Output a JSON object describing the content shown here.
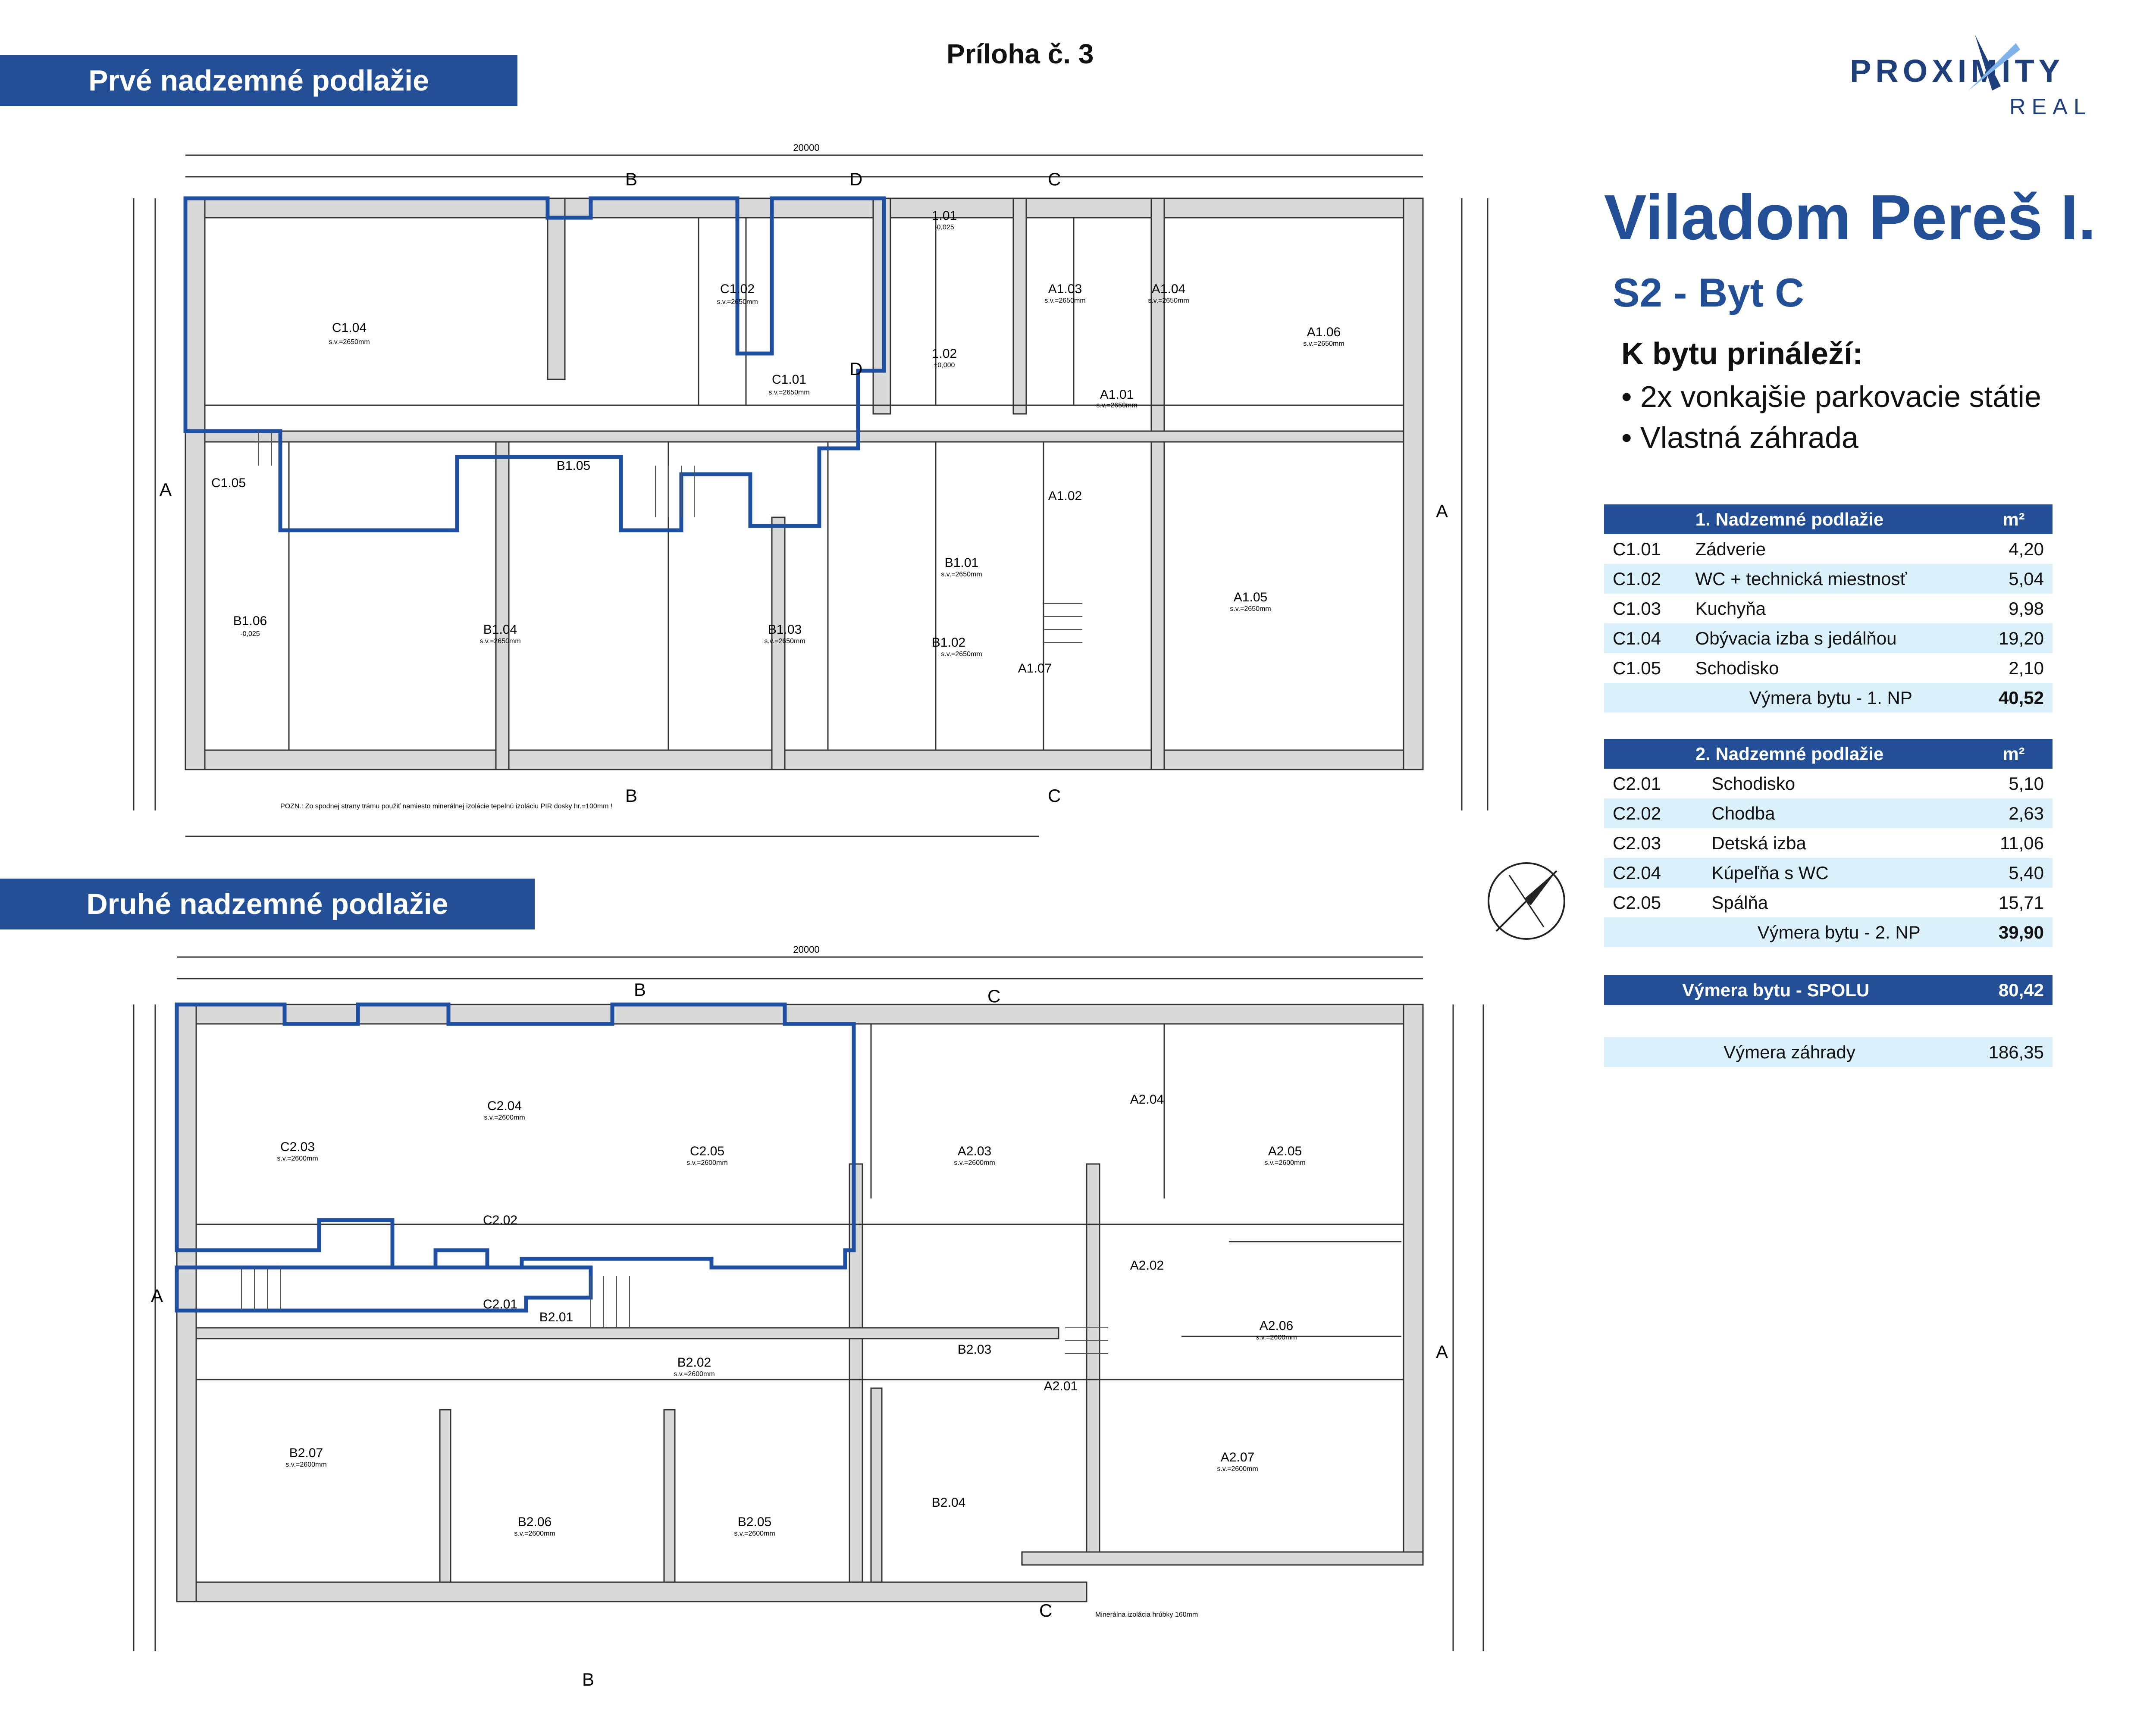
{
  "header": {
    "banner_floor1": "Prvé nadzemné podlažie",
    "banner_floor2": "Druhé nadzemné podlažie",
    "annex": "Príloha č. 3"
  },
  "logo": {
    "line1": "PROXIMITY",
    "line2": "REAL"
  },
  "project": {
    "title": "Viladom Pereš I.",
    "unit": "S2 - Byt C",
    "belongs_heading": "K bytu prináleží:",
    "belongs_items": [
      "• 2x vonkajšie parkovacie státie",
      "• Vlastná záhrada"
    ]
  },
  "colors": {
    "brand_blue": "#234f96",
    "light_blue": "#daf0fb",
    "wall_fill": "#d9d9d9",
    "apartment_outline": "#1f4fa0"
  },
  "tables": {
    "floor1": {
      "header": "1. Nadzemné podlažie",
      "unit": "m²",
      "rows": [
        {
          "code": "C1.01",
          "name": "Zádverie",
          "area": "4,20"
        },
        {
          "code": "C1.02",
          "name": "WC + technická miestnosť",
          "area": "5,04"
        },
        {
          "code": "C1.03",
          "name": "Kuchyňa",
          "area": "9,98"
        },
        {
          "code": "C1.04",
          "name": "Obývacia izba s jedálňou",
          "area": "19,20"
        },
        {
          "code": "C1.05",
          "name": "Schodisko",
          "area": "2,10"
        }
      ],
      "total_label": "Výmera bytu - 1. NP",
      "total": "40,52"
    },
    "floor2": {
      "header": "2. Nadzemné podlažie",
      "unit": "m²",
      "rows": [
        {
          "code": "C2.01",
          "name": "Schodisko",
          "area": "5,10"
        },
        {
          "code": "C2.02",
          "name": "Chodba",
          "area": "2,63"
        },
        {
          "code": "C2.03",
          "name": "Detská izba",
          "area": "11,06"
        },
        {
          "code": "C2.04",
          "name": "Kúpeľňa s WC",
          "area": "5,40"
        },
        {
          "code": "C2.05",
          "name": "Spálňa",
          "area": "15,71"
        }
      ],
      "total_label": "Výmera bytu - 2. NP",
      "total": "39,90"
    },
    "total_all": {
      "label": "Výmera bytu - SPOLU",
      "value": "80,42"
    },
    "garden": {
      "label": "Výmera záhrady",
      "value": "186,35"
    }
  },
  "plan1": {
    "overall_width": "20000",
    "rooms": [
      {
        "id": "C1.04",
        "sub": "s.v.=2650mm"
      },
      {
        "id": "C1.02",
        "sub": "s.v.=2650mm"
      },
      {
        "id": "C1.01",
        "sub": "s.v.=2650mm"
      },
      {
        "id": "C1.05",
        "sub": ""
      },
      {
        "id": "B1.05",
        "sub": ""
      },
      {
        "id": "1.01",
        "sub": "-0,025"
      },
      {
        "id": "1.02",
        "sub": "±0,000"
      },
      {
        "id": "A1.03",
        "sub": "s.v.=2650mm"
      },
      {
        "id": "A1.04",
        "sub": "s.v.=2650mm"
      },
      {
        "id": "A1.06",
        "sub": "s.v.=2650mm"
      },
      {
        "id": "A1.01",
        "sub": "s.v.=2650mm"
      },
      {
        "id": "A1.02",
        "sub": ""
      },
      {
        "id": "B1.06",
        "sub": "-0,025"
      },
      {
        "id": "B1.04",
        "sub": "s.v.=2650mm"
      },
      {
        "id": "B1.03",
        "sub": "s.v.=2650mm"
      },
      {
        "id": "B1.01",
        "sub": "s.v.=2650mm"
      },
      {
        "id": "B1.02",
        "sub": "s.v.=2650mm"
      },
      {
        "id": "A1.07",
        "sub": ""
      },
      {
        "id": "A1.05",
        "sub": "s.v.=2650mm"
      }
    ],
    "sections": [
      "A",
      "B",
      "C",
      "D"
    ],
    "note": "POZN.: Zo spodnej strany trámu použiť namiesto minerálnej izolácie tepelnú izoláciu PIR dosky hr.=100mm !"
  },
  "plan2": {
    "overall_width": "20000",
    "rooms": [
      {
        "id": "C2.03",
        "sub": "s.v.=2600mm"
      },
      {
        "id": "C2.04",
        "sub": "s.v.=2600mm"
      },
      {
        "id": "C2.05",
        "sub": "s.v.=2600mm"
      },
      {
        "id": "C2.02",
        "sub": ""
      },
      {
        "id": "C2.01",
        "sub": ""
      },
      {
        "id": "A2.03",
        "sub": "s.v.=2600mm"
      },
      {
        "id": "A2.04",
        "sub": ""
      },
      {
        "id": "A2.05",
        "sub": "s.v.=2600mm"
      },
      {
        "id": "A2.02",
        "sub": ""
      },
      {
        "id": "A2.06",
        "sub": "s.v.=2600mm"
      },
      {
        "id": "B2.01",
        "sub": ""
      },
      {
        "id": "B2.02",
        "sub": "s.v.=2600mm"
      },
      {
        "id": "B2.03",
        "sub": ""
      },
      {
        "id": "A2.01",
        "sub": ""
      },
      {
        "id": "B2.07",
        "sub": "s.v.=2600mm"
      },
      {
        "id": "B2.06",
        "sub": "s.v.=2600mm"
      },
      {
        "id": "B2.05",
        "sub": "s.v.=2600mm"
      },
      {
        "id": "B2.04",
        "sub": ""
      },
      {
        "id": "A2.07",
        "sub": "s.v.=2600mm"
      }
    ],
    "sections": [
      "A",
      "B",
      "C"
    ],
    "note": "Minerálna izolácia hrúbky 160mm"
  }
}
